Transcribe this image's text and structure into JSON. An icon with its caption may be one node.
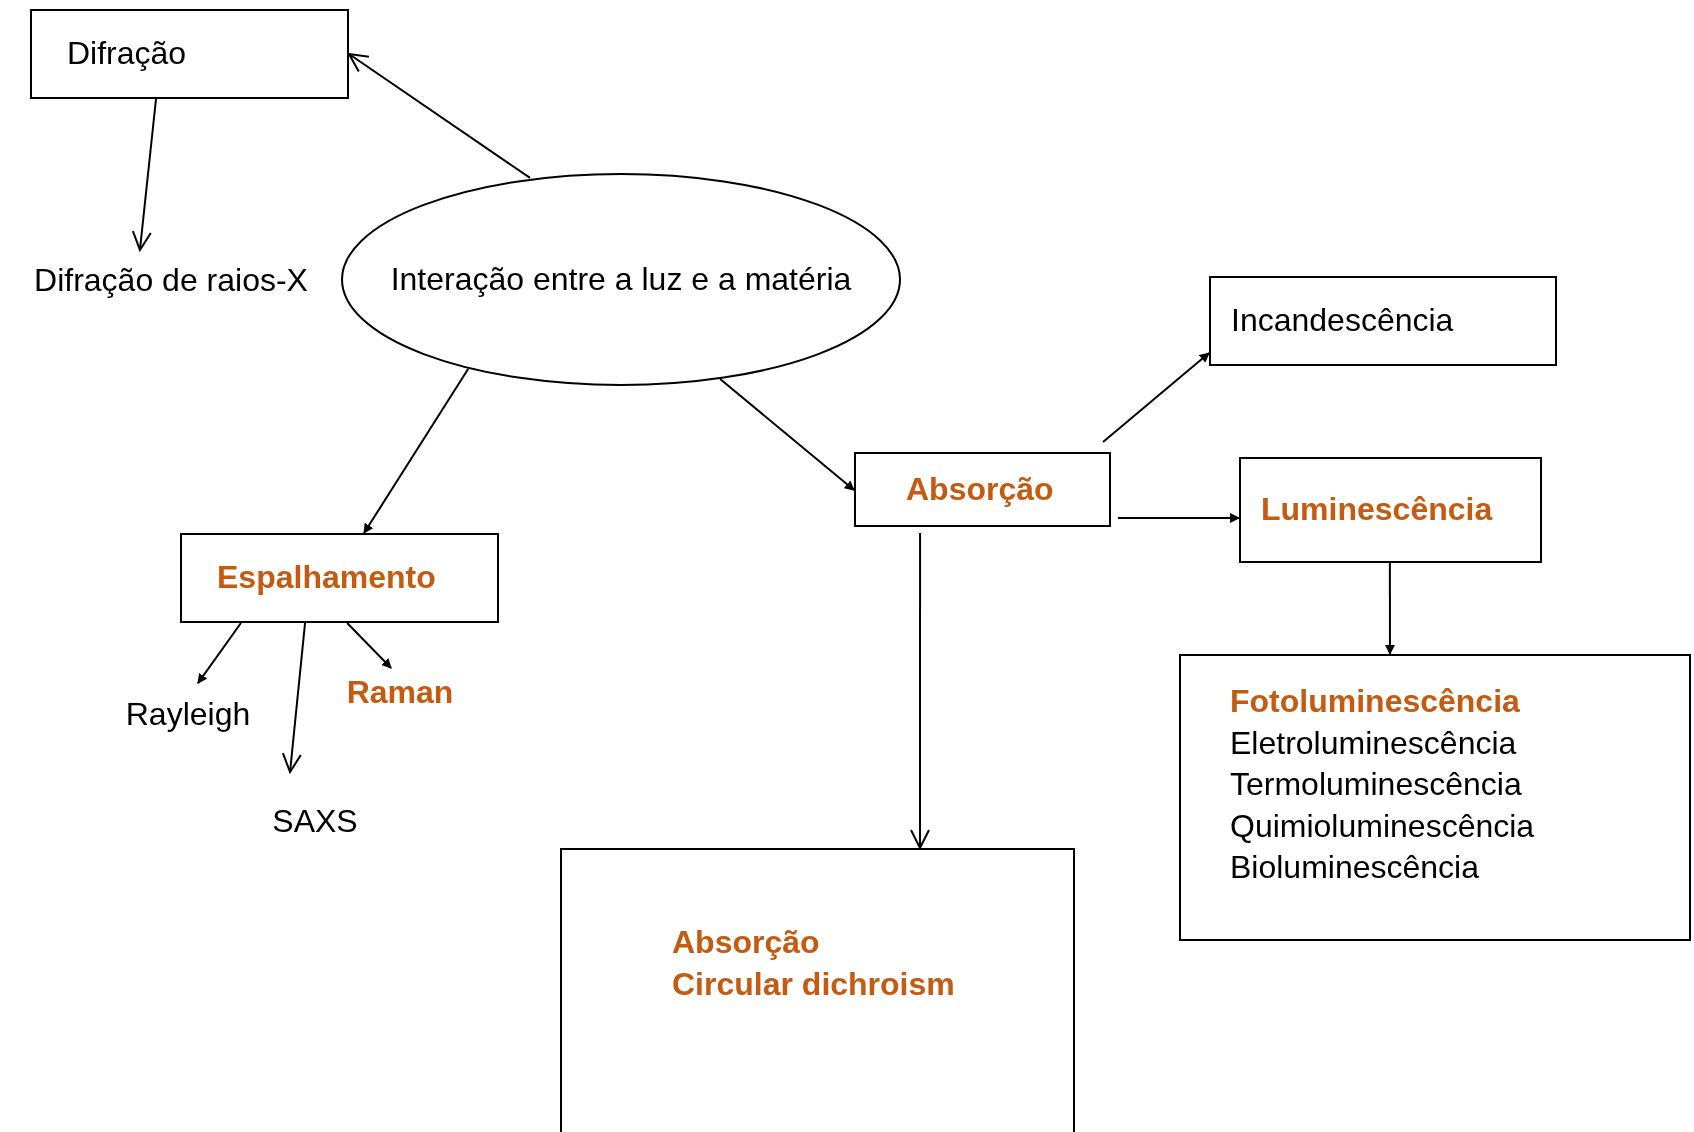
{
  "diagram": {
    "nodes": [
      {
        "text": [
          "Difração"
        ]
      },
      {
        "text": [
          "Difração de raios-X"
        ]
      },
      {
        "text": [
          "Interação entre a luz e a matéria"
        ]
      },
      {
        "text": [
          "Espalhamento"
        ]
      },
      {
        "text": [
          "Rayleigh"
        ]
      },
      {
        "text": [
          "SAXS"
        ]
      },
      {
        "text": [
          "Raman"
        ]
      },
      {
        "text": [
          "Absorção"
        ]
      },
      {
        "text": [
          "Incandescência"
        ]
      },
      {
        "text": [
          "Luminescência"
        ]
      },
      {
        "text": [
          "Fotoluminescência",
          "Eletroluminescência",
          "Termoluminescência",
          "Quimioluminescência",
          "Bioluminescência"
        ]
      },
      {
        "text": [
          "Absorção",
          "Circular dichroism"
        ]
      }
    ],
    "edges": [
      {
        "from": 2,
        "to": 0,
        "arrow": "to"
      },
      {
        "from": 0,
        "to": 1,
        "arrow": "to"
      },
      {
        "from": 2,
        "to": 3,
        "arrow": "to"
      },
      {
        "from": 2,
        "to": 7,
        "arrow": "to"
      },
      {
        "from": 3,
        "to": 4,
        "arrow": "to"
      },
      {
        "from": 3,
        "to": 5,
        "arrow": "to"
      },
      {
        "from": 3,
        "to": 6,
        "arrow": "to"
      },
      {
        "from": 7,
        "to": 8,
        "arrow": "to"
      },
      {
        "from": 7,
        "to": 9,
        "arrow": "to"
      },
      {
        "from": 9,
        "to": 10,
        "arrow": "to"
      },
      {
        "from": 7,
        "to": 11,
        "arrow": "to"
      }
    ]
  }
}
